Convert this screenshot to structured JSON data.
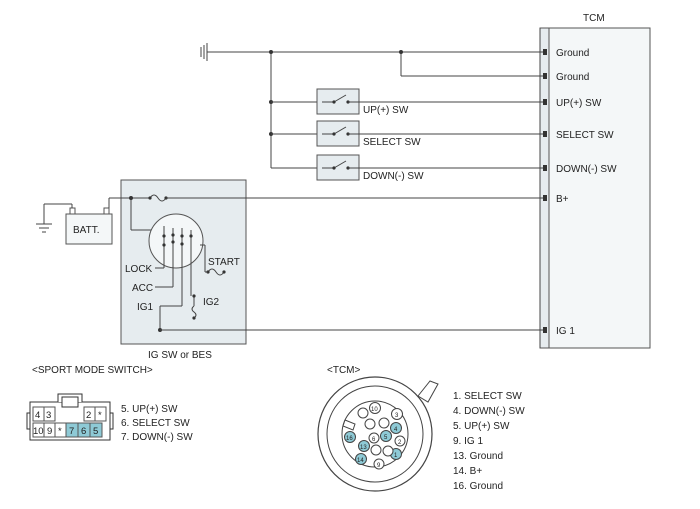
{
  "tcm": {
    "title": "TCM",
    "pins": [
      "Ground",
      "Ground",
      "UP(+) SW",
      "SELECT SW",
      "DOWN(-) SW",
      "B+",
      "IG 1"
    ]
  },
  "switches": {
    "up": "UP(+) SW",
    "select": "SELECT SW",
    "down": "DOWN(-) SW"
  },
  "ignition": {
    "batt": "BATT.",
    "lock": "LOCK",
    "acc": "ACC",
    "ig1": "IG1",
    "ig2": "IG2",
    "start": "START",
    "caption": "IG SW or BES"
  },
  "sport_connector": {
    "title": "<SPORT MODE SWITCH>",
    "top_row": [
      "4",
      "3",
      "",
      "",
      "2",
      "*"
    ],
    "bottom_row": [
      "10",
      "9",
      "*",
      "7",
      "6",
      "5"
    ],
    "legend": [
      "5. UP(+) SW",
      "6. SELECT SW",
      "7. DOWN(-) SW"
    ]
  },
  "tcm_connector": {
    "title": "<TCM>",
    "pin_numbers": [
      "10",
      "3",
      "4",
      "5",
      "6",
      "2",
      "1",
      "13",
      "14",
      "16",
      "9"
    ],
    "legend": [
      "1. SELECT SW",
      "4. DOWN(-) SW",
      "5. UP(+) SW",
      "9. IG 1",
      "13. Ground",
      "14. B+",
      "16. Ground"
    ]
  }
}
